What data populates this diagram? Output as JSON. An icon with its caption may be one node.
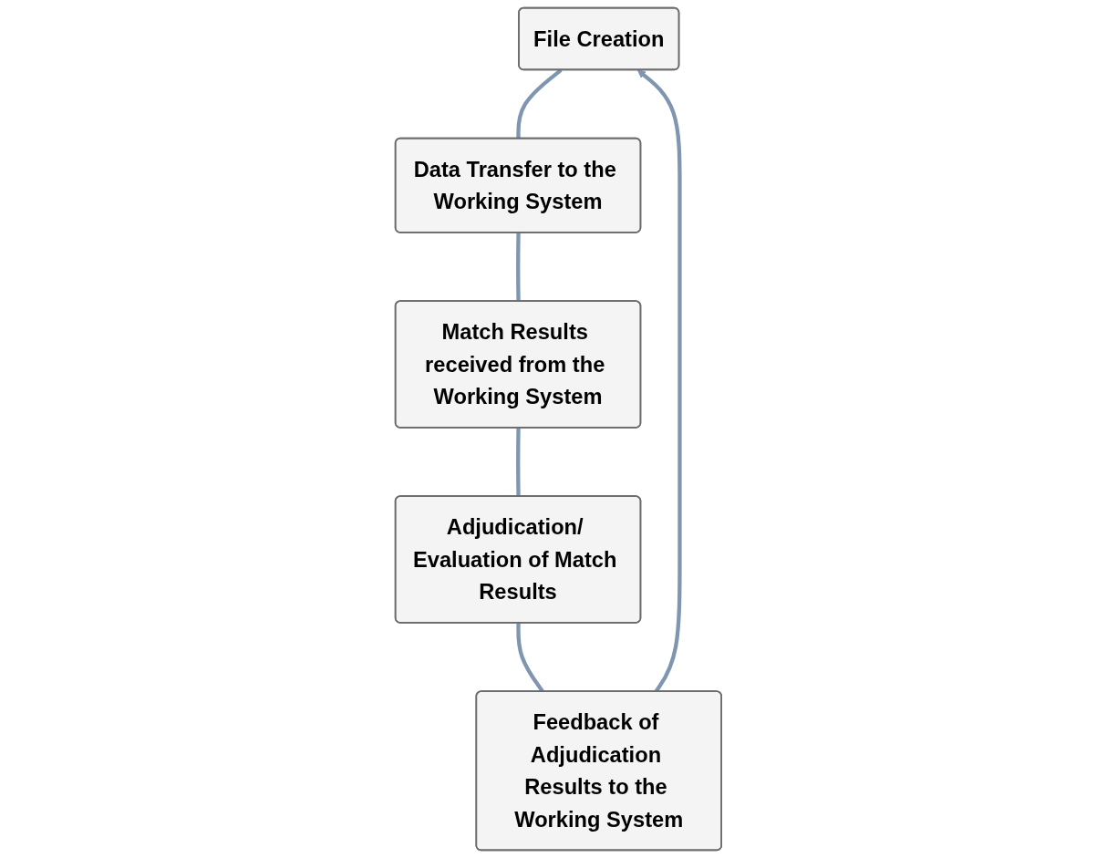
{
  "diagram": {
    "nodes": [
      {
        "text": [
          "File Creation"
        ]
      },
      {
        "text": [
          "Data Transfer to the Working System"
        ]
      },
      {
        "text": [
          "Match Results received from the Working System"
        ]
      },
      {
        "text": [
          "Adjudication/ Evaluation of Match Results"
        ]
      },
      {
        "text": [
          "Feedback of Adjudication Results to the Working System"
        ]
      }
    ],
    "edges": [
      {
        "from": 0,
        "to": 1,
        "arrow": "none"
      },
      {
        "from": 1,
        "to": 2,
        "arrow": "none"
      },
      {
        "from": 2,
        "to": 3,
        "arrow": "none"
      },
      {
        "from": 3,
        "to": 4,
        "arrow": "none"
      },
      {
        "from": 4,
        "to": 0,
        "arrow": "to"
      }
    ]
  }
}
